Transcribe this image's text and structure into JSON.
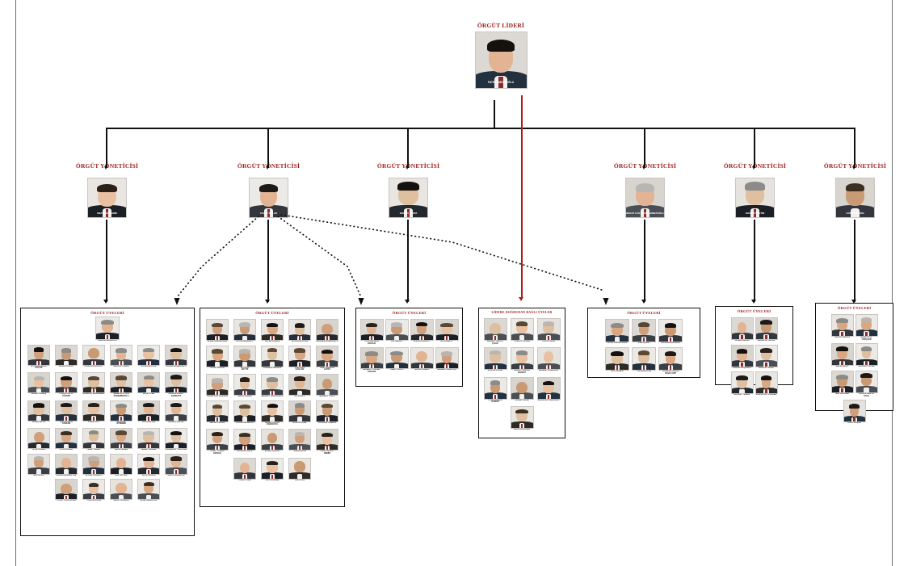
{
  "meta": {
    "title": "Örgüt Şeması",
    "accent_red": "#9c1b1b",
    "line_red": "#b01b1b",
    "line_black": "#111111"
  },
  "leader": {
    "role_label": "ÖRGÜT LİDERİ",
    "name": "FATİH SARAÇOĞLU"
  },
  "managers": [
    {
      "role_label": "ÖRGÜT YÖNETİCİSİ",
      "name": "METİN ÖZDEMİR"
    },
    {
      "role_label": "ÖRGÜT YÖNETİCİSİ",
      "name": "YAVUZ SOLAK"
    },
    {
      "role_label": "ÖRGÜT YÖNETİCİSİ",
      "name": "ERCAN YILDIZ"
    },
    {
      "role_label": "ÖRGÜT YÖNETİCİSİ",
      "name": "MURAT GÜLTEKİN AHMETOĞLU"
    },
    {
      "role_label": "ÖRGÜT YÖNETİCİSİ",
      "name": "KORKUT ÇETİN"
    },
    {
      "role_label": "ÖRGÜT YÖNETİCİSİ",
      "name": "HÜSEYİN AKIN"
    }
  ],
  "groups": [
    {
      "id": "group-1",
      "title": "ÖRGÜT ÜYELERİ",
      "lead": {
        "name": "EMRAH BAĞDATLI"
      },
      "members": [
        {
          "name": "MUSTAFA NİHAT\nKÜÇÜK"
        },
        {
          "name": "MURAT KAPICI"
        },
        {
          "name": "HÜSEYİN GÜRSOY"
        },
        {
          "name": "SERKAL TAMER"
        },
        {
          "name": "BUĞRA GÖKÇE"
        },
        {
          "name": "HAKAN MÜMİNOĞLU"
        },
        {
          "name": "MURAT AKBAŞ"
        },
        {
          "name": "TUĞÇE POLAT\nYÜKSEK"
        },
        {
          "name": "RAHMİYE KARADENİZ"
        },
        {
          "name": "ŞENNUR AYTEN\nÖZDEMİROĞLU"
        },
        {
          "name": "PAÇİL ATES"
        },
        {
          "name": "DOĞAN MURAT\nSARIKAYA"
        },
        {
          "name": "RAMAZAN AZ"
        },
        {
          "name": "HACI MURAD\nATAKAN"
        },
        {
          "name": "CEMİL ALTI"
        },
        {
          "name": "ŞİRİN ZEP\nAYDEMİR"
        },
        {
          "name": "CELLOSE ŞİR"
        },
        {
          "name": "BERDİÇ ÇOLAK"
        },
        {
          "name": "ULAŞ YILMAZ"
        },
        {
          "name": "EYÜP BURAK"
        },
        {
          "name": "TEMİZ YILMAZ"
        },
        {
          "name": "MELİS ŞAHİN"
        },
        {
          "name": "AHMET KENAN"
        },
        {
          "name": "İLKERHAN YÜZÜSÜRİ"
        },
        {
          "name": "METİN BAL"
        },
        {
          "name": "NURHAN DEMİRTAŞ"
        },
        {
          "name": "ÖZGÜR BAHÇECİ"
        },
        {
          "name": "ELİF GÜVEN"
        },
        {
          "name": "METE MADEN"
        },
        {
          "name": "NAZLI ÇALIŞKAN"
        },
        {
          "name": "YUSUF UTKU ŞAHİN"
        },
        {
          "name": "TUBA BAYRAM"
        },
        {
          "name": "SERAY GÜNDÜZ"
        },
        {
          "name": "DENİZ DEMİRYOL"
        }
      ]
    },
    {
      "id": "group-2",
      "title": "ÖRGÜT ÜYELERİ",
      "lead": null,
      "members": [
        {
          "name": "ELÇİN KARAHASAN"
        },
        {
          "name": "ALİ HUBANOĞLU"
        },
        {
          "name": "ZAFER KOÇAŞ"
        },
        {
          "name": "MUSTAFA AYDIN"
        },
        {
          "name": "İBRAHİM MÜMİNOĞLU"
        },
        {
          "name": "YAVUZ BALCIK"
        },
        {
          "name": "ALİ RIZA\nAKYÜZ"
        },
        {
          "name": "DURMUŞ ARSLAN"
        },
        {
          "name": "CAN AKIN\nÇAĞLAR"
        },
        {
          "name": "ARİF GÖKHAN\nALPAY"
        },
        {
          "name": "OBRAZLAR GÖÇMEN"
        },
        {
          "name": "İSMAİL DEMİRİ"
        },
        {
          "name": "MEHMET ÇAKICIOĞLU"
        },
        {
          "name": "ALİ GÜÇLÜ"
        },
        {
          "name": "MEHMET YAZICI"
        },
        {
          "name": "ERKAN YILMAZ"
        },
        {
          "name": "AYDIN KARAKAYA"
        },
        {
          "name": "CEMAL CEYDA\nKARAKAYA"
        },
        {
          "name": "MUSTAFA ŞİR"
        },
        {
          "name": "BAYRAM TAŞDEN"
        },
        {
          "name": "YUSUF TUNCAY\nÖZKILIÇ"
        },
        {
          "name": "MUSTAFA KILIÇ"
        },
        {
          "name": "MURAT GÖÇAL"
        },
        {
          "name": "TAHİR ÇETİN"
        },
        {
          "name": "FIRAT MURAT\nDEMİR"
        },
        {
          "name": "YASİN YILDIZ"
        },
        {
          "name": "LEYLA DEMİR"
        },
        {
          "name": "ASLI CAN"
        }
      ]
    },
    {
      "id": "group-3",
      "title": "ÖRGÜT ÜYELERİ",
      "lead": null,
      "members": [
        {
          "name": "ZİYA GÖKMEN\nDOĞAN"
        },
        {
          "name": "ALİ BORAK"
        },
        {
          "name": "BURAK KORKUT"
        },
        {
          "name": "ALİ KORKUT"
        },
        {
          "name": "MEHMET YÜKSEL\nTUNCAR"
        },
        {
          "name": "TÜMET POLAT"
        },
        {
          "name": "ŞAFAK BAŞAK"
        },
        {
          "name": "MEHMET KARATAŞ"
        }
      ]
    },
    {
      "id": "group-leader-direct",
      "title": "LİDERE DOĞRUDAN BAĞLI ÜYELER",
      "lead": null,
      "members": [
        {
          "name": "MEHMET MURAT\nÇALIK"
        },
        {
          "name": "TUNCAY YILMAZ"
        },
        {
          "name": "YAKUP ÖZER"
        },
        {
          "name": "MUSTAFA AKIN"
        },
        {
          "name": "KEMAL FARHAD\nŞAHRAY"
        },
        {
          "name": "MEHMET PEHLİVAN"
        },
        {
          "name": "YUSUF GENCA\nÖZMAN"
        },
        {
          "name": "CENAP İLANA"
        },
        {
          "name": "İRFAN MİTTÜRKOĞLU"
        },
        {
          "name": "BAKİ ARSLANER"
        }
      ]
    },
    {
      "id": "group-4",
      "title": "ÖRGÜT ÜYELERİ",
      "lead": null,
      "members": [
        {
          "name": "NASİF SALİHYANAL"
        },
        {
          "name": "CEM ÇELİK"
        },
        {
          "name": "HASAN KARAHAN"
        },
        {
          "name": "AZİZ BAŞER"
        },
        {
          "name": "YOZGAN ATEŞ"
        },
        {
          "name": "YAĞMUR CANSU\nYEŞİLYURT"
        }
      ]
    },
    {
      "id": "group-5",
      "title": "ÖRGÜT ÜYELERİ",
      "lead": null,
      "members": [
        {
          "name": "GÜNEL BİLGİN"
        },
        {
          "name": "ŞERİFE ALTINTAŞ"
        },
        {
          "name": "ALİHAN KOÇOĞLU"
        },
        {
          "name": "NİHAYET SUNU"
        },
        {
          "name": "BÜLENT YILMAZ"
        },
        {
          "name": "GÜRSU KÖYTÜRKEN"
        }
      ]
    },
    {
      "id": "group-6",
      "title": "ÖRGÜT ÜYELERİ",
      "lead": null,
      "members": [
        {
          "name": "RECAFİ KIRGIN"
        },
        {
          "name": "SAMETKAZ\nTOPÇUER"
        },
        {
          "name": "MELİH BİLİCİ"
        },
        {
          "name": "TARKAN YÜKSEL"
        },
        {
          "name": "NAZ BAYRAM"
        },
        {
          "name": "HATİCE DERYA\nKILIÇ"
        },
        {
          "name": "TAHİT KOÇER"
        }
      ]
    }
  ]
}
